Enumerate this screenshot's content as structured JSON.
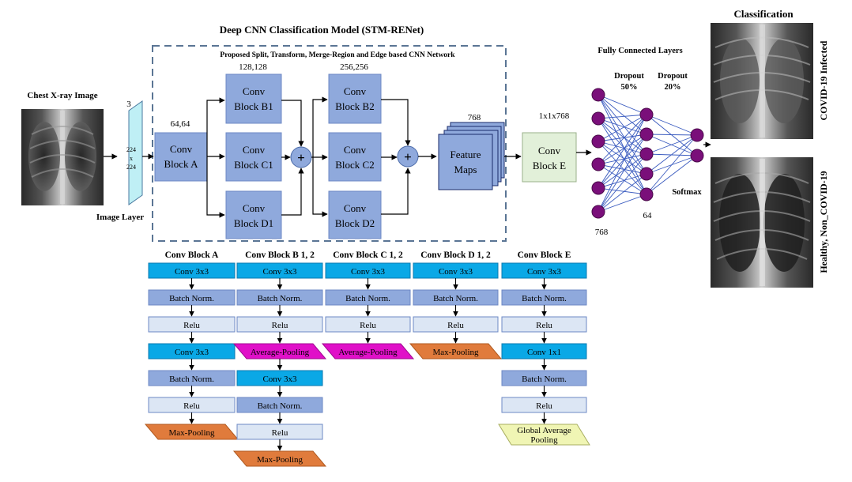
{
  "title": "Deep CNN Classification Model (STM-RENet)",
  "network_label": "Proposed Split, Transform, Merge-Region and Edge based CNN Network",
  "input": {
    "label": "Chest X-ray Image",
    "channels": "3",
    "size_top": "224",
    "size_x": "x",
    "size_bottom": "224",
    "layer_label": "Image Layer"
  },
  "main_blocks": {
    "a_dim": "64,64",
    "a_line1": "Conv",
    "a_line2": "Block A",
    "b_dim": "128,128",
    "b1_line1": "Conv",
    "b1_line2": "Block B1",
    "c1_line1": "Conv",
    "c1_line2": "Block C1",
    "d1_line1": "Conv",
    "d1_line2": "Block D1",
    "stage2_dim": "256,256",
    "b2_line1": "Conv",
    "b2_line2": "Block B2",
    "c2_line1": "Conv",
    "c2_line2": "Block C2",
    "d2_line1": "Conv",
    "d2_line2": "Block D2",
    "plus": "+",
    "fm_dim": "768",
    "fm_line1": "Feature",
    "fm_line2": "Maps",
    "e_dim": "1x1x768",
    "e_line1": "Conv",
    "e_line2": "Block E"
  },
  "fc": {
    "title": "Fully Connected Layers",
    "dropout1_line1": "Dropout",
    "dropout1_line2": "50%",
    "dropout2_line1": "Dropout",
    "dropout2_line2": "20%",
    "n1": "768",
    "n2": "64",
    "softmax": "Softmax"
  },
  "classification": {
    "title": "Classification",
    "class1": "COVID-19 Infected",
    "class2": "Healthy, Non_COVID-19"
  },
  "block_details": [
    {
      "header": "Conv  Block A",
      "layers": [
        "Conv 3x3",
        "Batch Norm.",
        "Relu",
        "Conv 3x3",
        "Batch Norm.",
        "Relu",
        "Max-Pooling"
      ]
    },
    {
      "header": "Conv  Block B 1, 2",
      "layers": [
        "Conv 3x3",
        "Batch Norm.",
        "Relu",
        "Average-Pooling",
        "Conv 3x3",
        "Batch Norm.",
        "Relu",
        "Max-Pooling"
      ]
    },
    {
      "header": "Conv  Block C 1, 2",
      "layers": [
        "Conv 3x3",
        "Batch Norm.",
        "Relu",
        "Average-Pooling"
      ]
    },
    {
      "header": "Conv Block D 1, 2",
      "layers": [
        "Conv 3x3",
        "Batch Norm.",
        "Relu",
        "Max-Pooling"
      ]
    },
    {
      "header": "Conv  Block E",
      "layers": [
        "Conv 3x3",
        "Batch Norm.",
        "Relu",
        "Conv 1x1",
        "Batch Norm.",
        "Relu"
      ],
      "last_line1": "Global Average",
      "last_line2": "Pooling"
    }
  ],
  "colors": {
    "block_blue": "#8fa9dc",
    "block_border": "#6d88c4",
    "conv_cyan": "#0aa8e6",
    "batchnorm": "#8fa9dc",
    "relu": "#dce6f4",
    "avgpool": "#e010c8",
    "maxpool": "#e07b3c",
    "gap": "#f0f5b4",
    "block_e": "#e2f0d9",
    "neuron": "#7a0f7a",
    "edge": "#3a5bbf",
    "dashed": "#5a7594",
    "input_layer": "#bfeff5"
  }
}
